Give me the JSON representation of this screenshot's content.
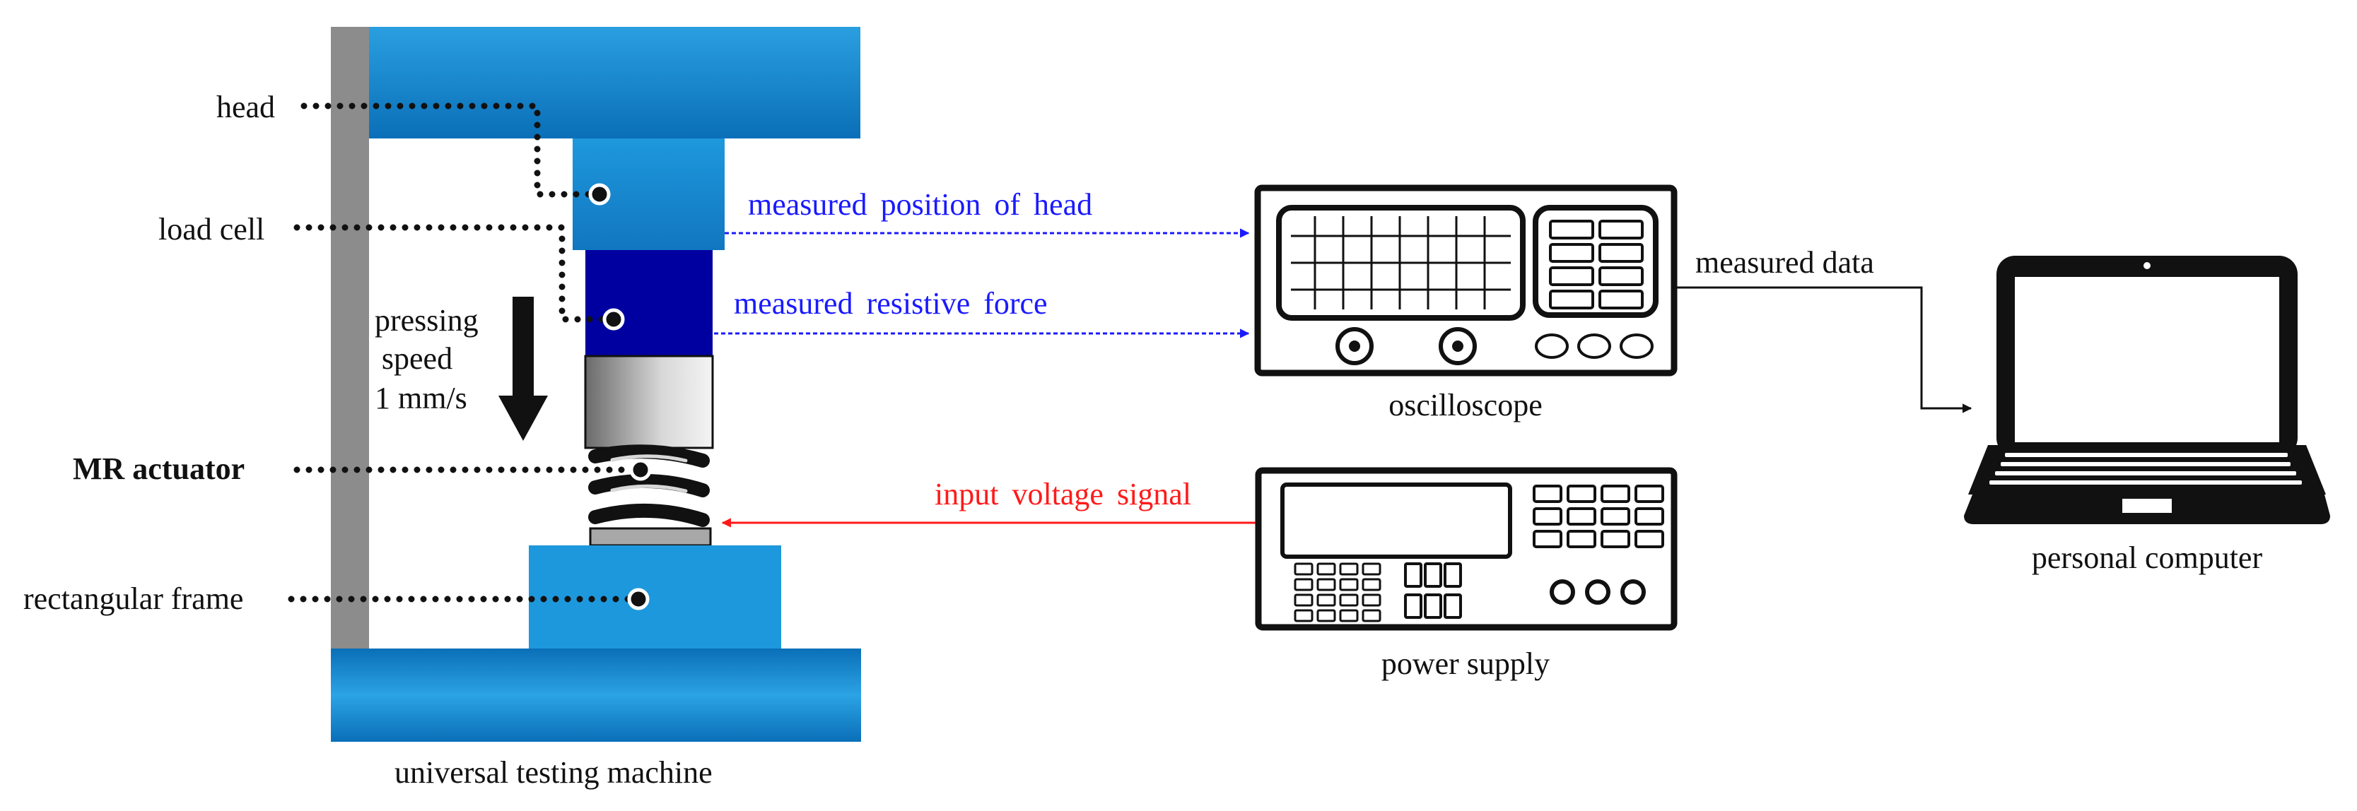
{
  "labels": {
    "head": "head",
    "load_cell": "load cell",
    "pressing_line1": "pressing",
    "pressing_line2": "speed",
    "pressing_line3": "1 mm/s",
    "mr_actuator": "MR actuator",
    "rectangular_frame": "rectangular frame",
    "utm": "universal testing machine",
    "measured_position": "measured position of head",
    "measured_force": "measured resistive force",
    "input_voltage": "input voltage signal",
    "oscilloscope": "oscilloscope",
    "power_supply": "power supply",
    "measured_data": "measured data",
    "personal_computer": "personal computer"
  },
  "colors": {
    "blue_signal": "#1a1aff",
    "red_signal": "#ff1a1a",
    "dark_blue_loadcell": "#0000a0",
    "machine_blue": "#1a8fd6",
    "frame_gray": "#8c8c8c"
  },
  "icons": [
    "universal-testing-machine",
    "oscilloscope-icon",
    "power-supply-icon",
    "laptop-icon",
    "down-arrow-icon"
  ]
}
